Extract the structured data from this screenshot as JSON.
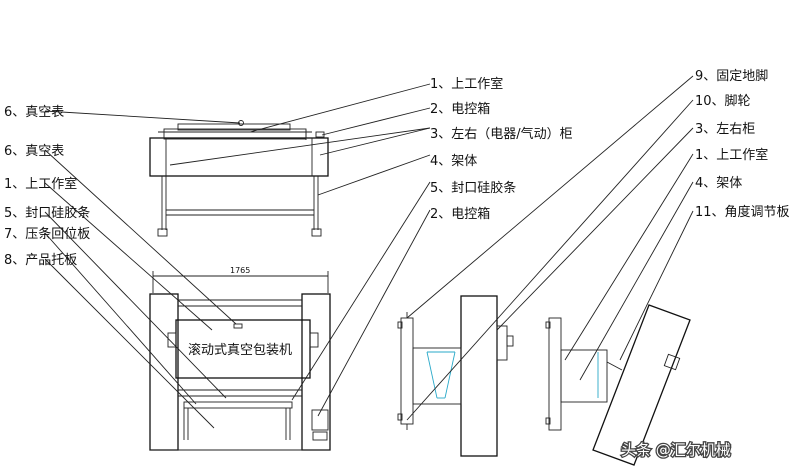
{
  "diagram": {
    "top_left_view": {
      "left_labels": [
        "6、真空表"
      ],
      "right_labels": [
        "1、上工作室",
        "2、电控箱",
        "3、左右（电器/气动）柜",
        "4、架体",
        "5、封口硅胶条",
        "2、电控箱"
      ]
    },
    "front_view": {
      "left_labels": [
        "6、真空表",
        "1、上工作室",
        "5、封口硅胶条",
        "7、压条回位板",
        "8、产品托板"
      ],
      "dimension": "1765",
      "machine_title": "滚动式真空包装机"
    },
    "side_view": {
      "labels": [
        "9、固定地脚",
        "10、脚轮",
        "3、左右柜",
        "1、上工作室",
        "4、架体",
        "11、角度调节板"
      ]
    }
  },
  "watermark": {
    "text": "头条 @汇尔机械"
  }
}
